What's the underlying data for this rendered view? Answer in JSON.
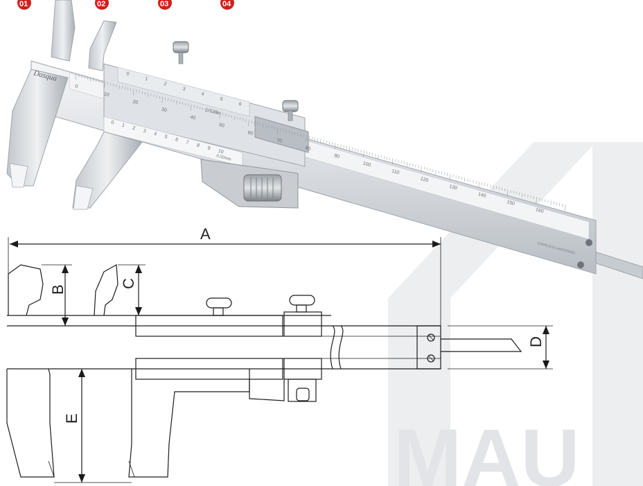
{
  "badges": [
    "01",
    "02",
    "03",
    "04"
  ],
  "brand": "Dasqua",
  "main_scale_numbers": [
    "0",
    "10",
    "20",
    "30",
    "40",
    "50",
    "60",
    "70",
    "80",
    "90",
    "100",
    "110",
    "120",
    "130",
    "140",
    "150",
    "160"
  ],
  "vernier_numbers": [
    "0",
    "1",
    "2",
    "3",
    "4",
    "5",
    "6",
    "7",
    "8",
    "9",
    "10"
  ],
  "vernier_label": "0.02mm",
  "inch_scale_numbers": [
    "0",
    "1",
    "2",
    "3",
    "4",
    "5",
    "6"
  ],
  "inch_label": "1/128in",
  "stainless_label": "STAINLESS HARDENED",
  "dimensions": {
    "a": "A",
    "b": "B",
    "c": "C",
    "d": "D",
    "e": "E"
  },
  "watermark": "MAU",
  "colors": {
    "badge": "#d0211c",
    "steel_light": "#eef0f2",
    "steel_mid": "#c9cdd2",
    "steel_dark": "#8f959b",
    "watermark": "#eceef0",
    "line": "#1a1a1a"
  }
}
